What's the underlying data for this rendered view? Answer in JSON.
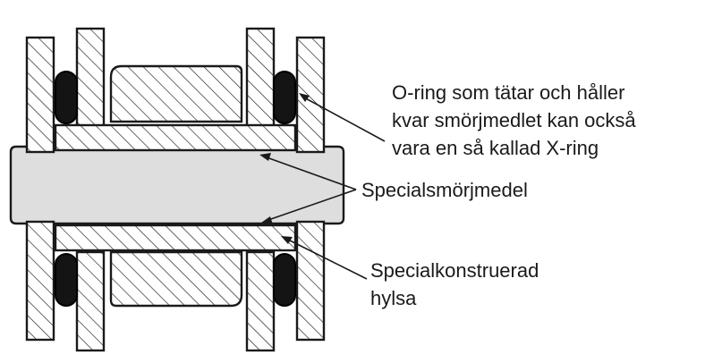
{
  "diagram": {
    "labels": {
      "oring": {
        "line1": "O-ring som tätar och håller",
        "line2": "kvar smörjmedlet kan också",
        "line3": "vara en så kallad X-ring"
      },
      "lubricant": "Specialsmörjmedel",
      "bushing": {
        "line1": "Specialkonstruerad",
        "line2": "hylsa"
      }
    },
    "colors": {
      "outline": "#1a1a1a",
      "ring": "#141414",
      "pin": "#dedede",
      "background": "#ffffff"
    }
  }
}
